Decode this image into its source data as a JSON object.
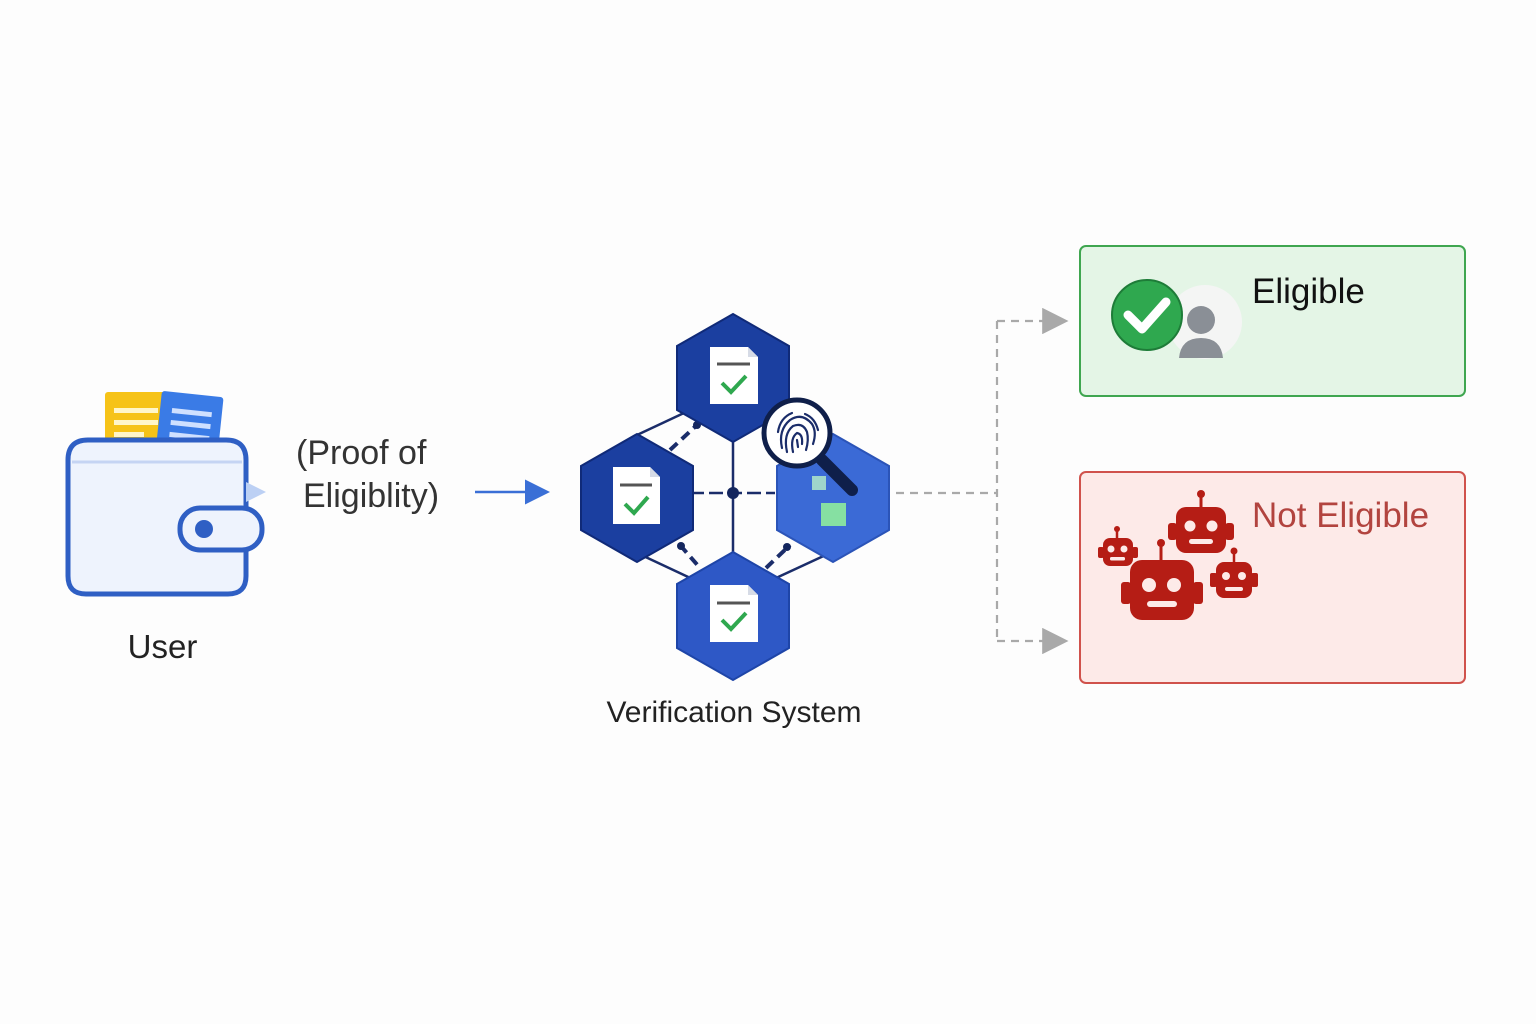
{
  "user": {
    "label": "User"
  },
  "proof": {
    "line1": "(Proof of",
    "line2": "Eligiblity)"
  },
  "system": {
    "label": "Verification System"
  },
  "outcomes": {
    "eligible": {
      "label": "Eligible"
    },
    "not_eligible": {
      "label": "Not Eligible"
    }
  },
  "icons": [
    "wallet-icon",
    "document-card-icon",
    "arrow-right-icon",
    "hexagon-node-icon",
    "document-check-icon",
    "fingerprint-magnifier-icon",
    "check-circle-icon",
    "person-avatar-icon",
    "robot-icon"
  ],
  "colors": {
    "hex_dark": "#1b3fa0",
    "hex_mid": "#2e58c6",
    "hex_light": "#3b6ad6",
    "check_green": "#2fa84f",
    "eligible_bg": "#e4f5e6",
    "eligible_border": "#3fa650",
    "not_eligible_bg": "#fdeae8",
    "not_eligible_border": "#d0524c",
    "robot_red": "#b51d15",
    "wallet_blue": "#2f5fc4",
    "card_yellow": "#f6c318",
    "card_blue": "#3a7be6"
  }
}
